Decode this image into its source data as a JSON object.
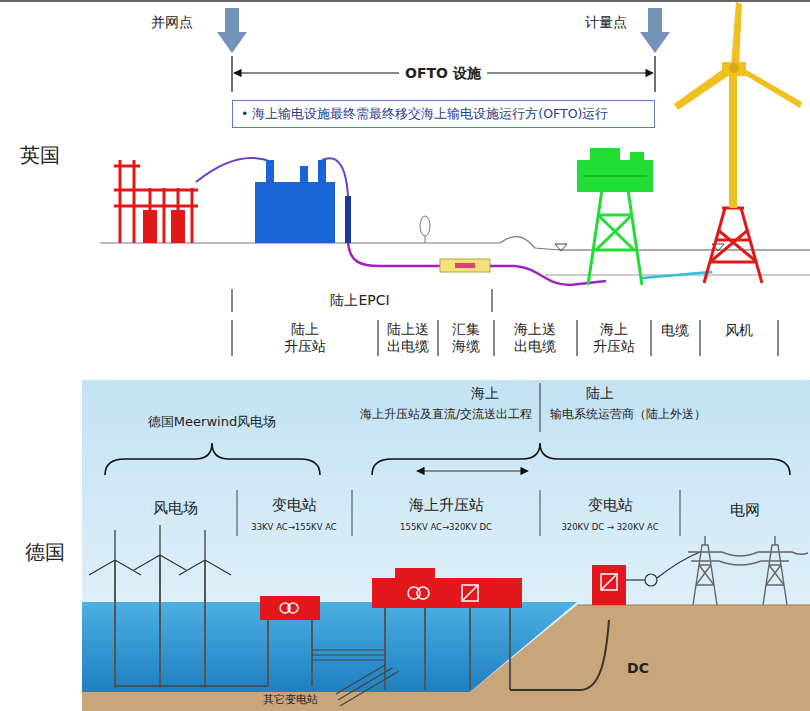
{
  "diagram": {
    "nodes": [
      {
        "text": [
          "• 海上输电设施最终需最终移交海上输电设施运行方(OFTO)运行"
        ]
      }
    ],
    "labels": [
      "并网点",
      "计量点",
      "OFTO 设施",
      "英国",
      "陆上EPCI",
      "陆上 升压站",
      "陆上送 出电缆",
      "汇集 海缆",
      "海上送 出电缆",
      "海上 升压站",
      "电缆",
      "风机",
      "德国",
      "德国Meerwind风电场",
      "海上",
      "海上升压站及直流/交流送出工程",
      "陆上",
      "输电系统运营商（陆上外送）",
      "风电场",
      "变电站",
      "33KV AC→155KV AC",
      "海上升压站",
      "155KV AC→320KV DC",
      "变电站",
      "320KV DC → 320KV AC",
      "电网",
      "其它变电站",
      "DC"
    ]
  }
}
